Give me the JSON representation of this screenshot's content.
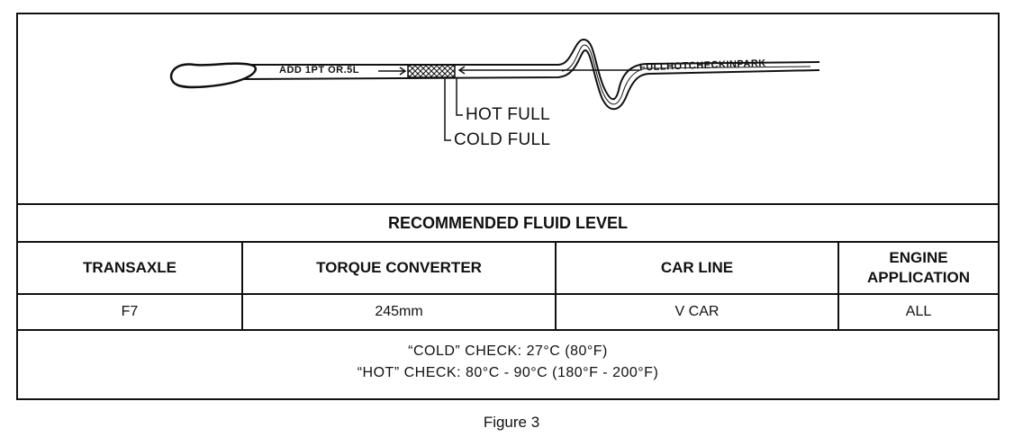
{
  "diagram": {
    "stick_add": "ADD 1PT OR.5L",
    "stick_full_park": "FULLHOTCHECKINPARK",
    "hot_full": "HOT FULL",
    "cold_full": "COLD FULL"
  },
  "table": {
    "title": "RECOMMENDED FLUID LEVEL",
    "headers": [
      "TRANSAXLE",
      "TORQUE CONVERTER",
      "CAR LINE",
      "ENGINE APPLICATION"
    ],
    "values": [
      "F7",
      "245mm",
      "V CAR",
      "ALL"
    ],
    "cold_check": "“COLD” CHECK: 27°C (80°F)",
    "hot_check": "“HOT” CHECK: 80°C - 90°C (180°F - 200°F)"
  },
  "caption": "Figure 3"
}
